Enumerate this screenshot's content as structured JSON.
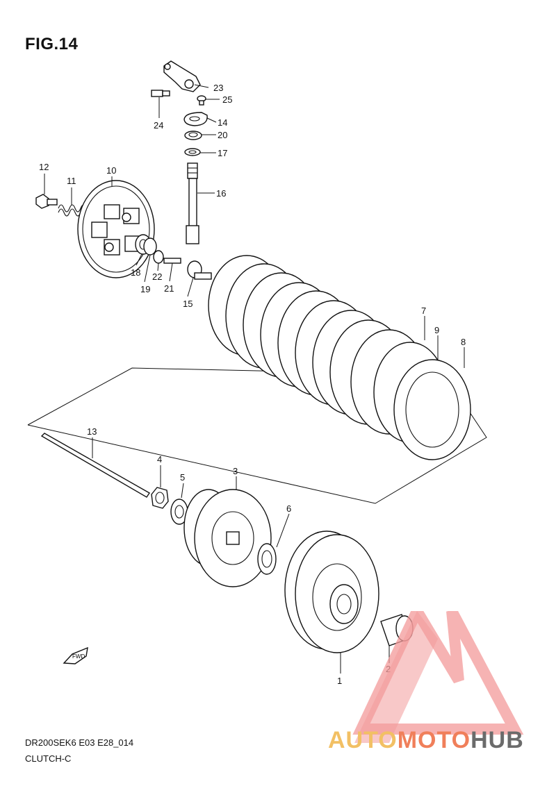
{
  "figure": {
    "title": "FIG.14"
  },
  "footer": {
    "code": "DR200SEK6 E03 E28_014",
    "name": "CLUTCH-C"
  },
  "watermark": {
    "part1": "AUTO",
    "part2": "MOTO",
    "part3": "HUB",
    "colors": [
      "#f2c064",
      "#f07f5a",
      "#6b6b6b"
    ]
  },
  "fwd_label": "FWD",
  "callouts": {
    "c1": "1",
    "c2": "2",
    "c3": "3",
    "c4": "4",
    "c5": "5",
    "c6": "6",
    "c7": "7",
    "c8": "8",
    "c9": "9",
    "c10": "10",
    "c11": "11",
    "c12": "12",
    "c13": "13",
    "c14": "14",
    "c15": "15",
    "c16": "16",
    "c17": "17",
    "c18": "18",
    "c19": "19",
    "c20": "20",
    "c21": "21",
    "c22": "22",
    "c23": "23",
    "c24": "24",
    "c25": "25"
  }
}
